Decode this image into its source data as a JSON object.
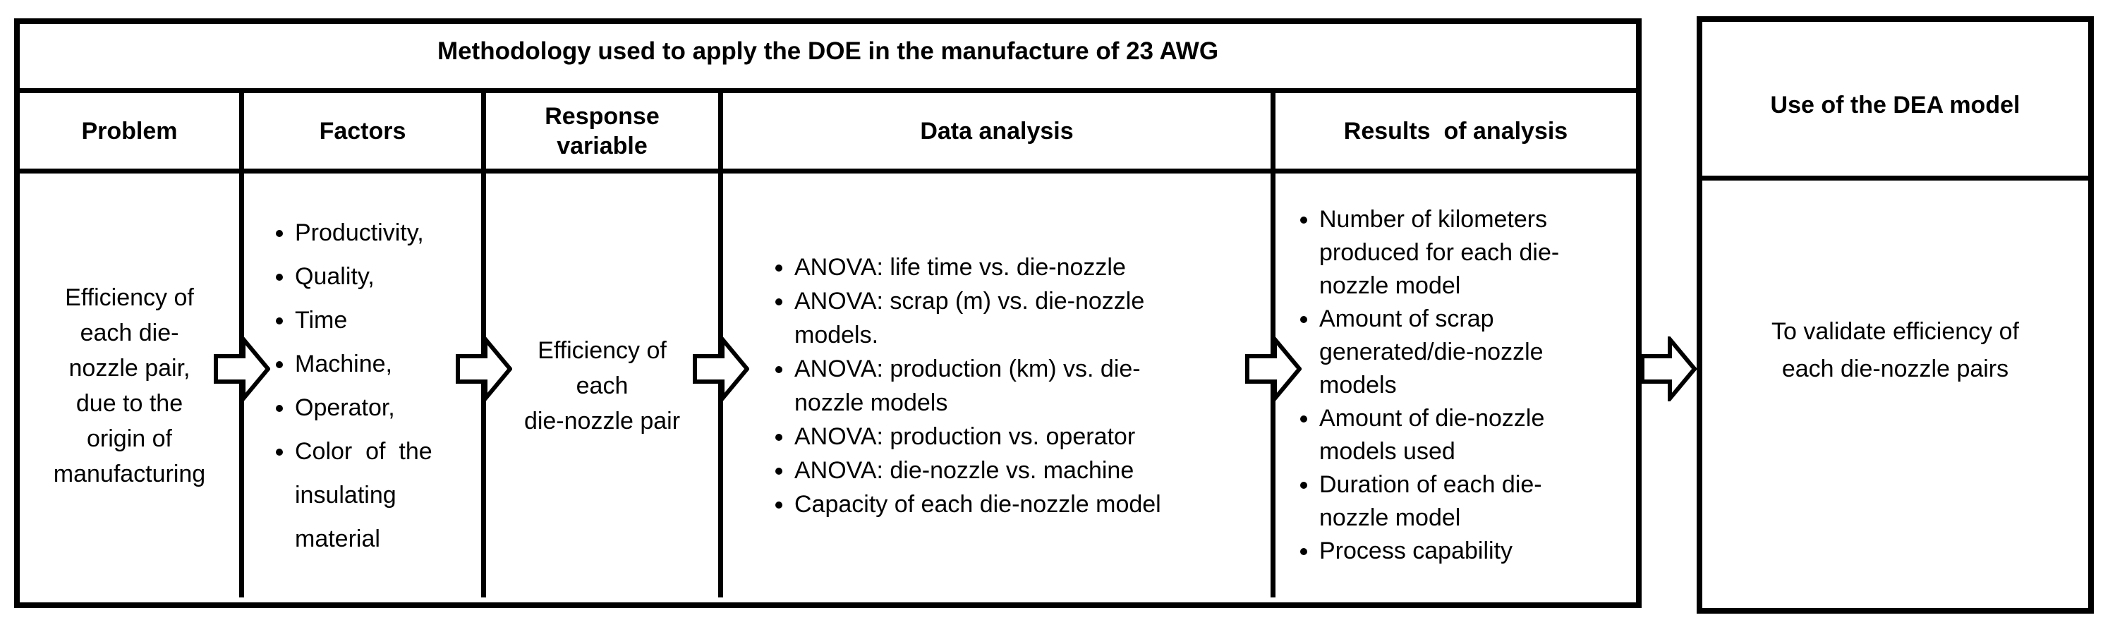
{
  "colors": {
    "background": "#ffffff",
    "line": "#000000",
    "text": "#000000"
  },
  "table": {
    "title": "Methodology used to apply the DOE in the manufacture of 23 AWG",
    "columns": [
      {
        "header": "Problem",
        "content": "Efficiency of\neach die-\nnozzle pair,\ndue to the\norigin of\nmanufacturing"
      },
      {
        "header": "Factors",
        "items": [
          "Productivity,",
          "Quality,",
          "Time",
          "Machine,",
          "Operator,",
          "Color  of  the\ninsulating\nmaterial"
        ]
      },
      {
        "header": "Response\nvariable",
        "content": "Efficiency of\neach\ndie-nozzle pair"
      },
      {
        "header": "Data analysis",
        "items": [
          "ANOVA: life time vs. die-nozzle",
          "ANOVA: scrap (m) vs. die-nozzle\nmodels.",
          "ANOVA: production (km) vs. die-\nnozzle models",
          "ANOVA: production vs. operator",
          "ANOVA: die-nozzle vs. machine",
          "Capacity of each die-nozzle model"
        ]
      },
      {
        "header": "Results  of analysis",
        "items": [
          "Number of kilometers\nproduced for each die-\nnozzle model",
          "Amount of scrap\ngenerated/die-nozzle\nmodels",
          "Amount of die-nozzle\nmodels used",
          "Duration of each die-\nnozzle model",
          "Process capability"
        ]
      }
    ]
  },
  "side_box": {
    "header": "Use of the DEA model",
    "content": "To validate efficiency of\neach die-nozzle pairs"
  },
  "flow_arrow": {
    "direction": "right",
    "count": 5
  }
}
